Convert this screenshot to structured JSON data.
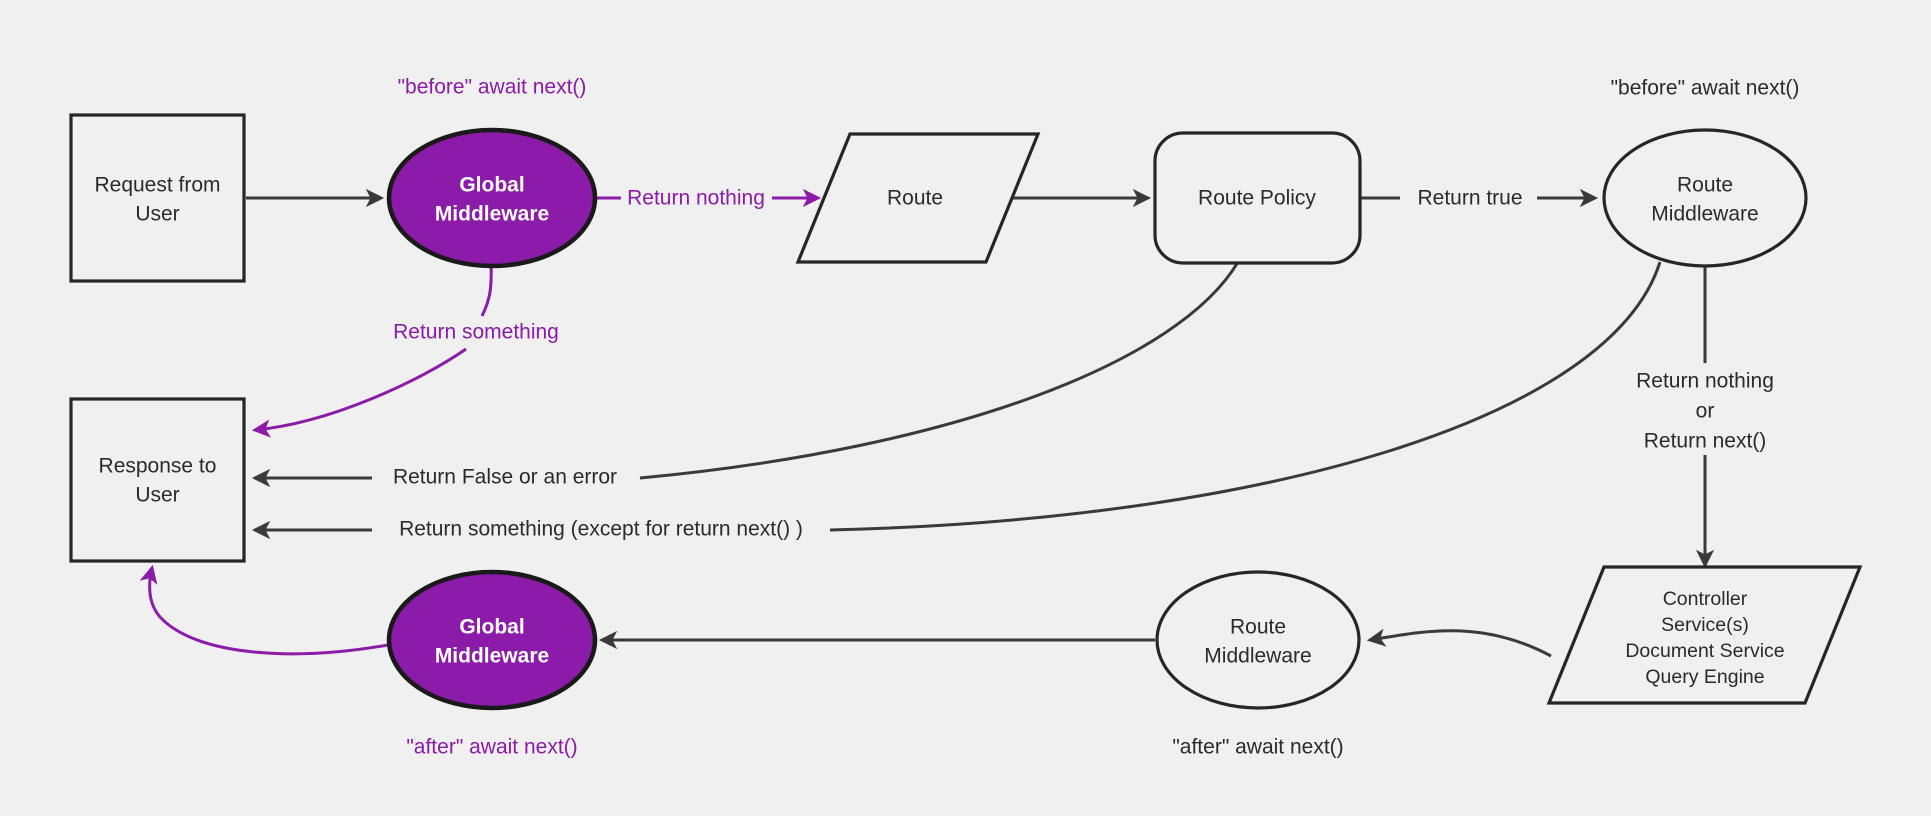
{
  "diagram": {
    "title": "Middleware request lifecycle flow",
    "background_color": "#f0f0f0",
    "accent_color": "#8b1ba8",
    "line_color": "#3a3a3a",
    "nodes": {
      "request": {
        "line1": "Request from",
        "line2": "User",
        "shape": "rectangle"
      },
      "global_middleware_before": {
        "line1": "Global",
        "line2": "Middleware",
        "shape": "ellipse"
      },
      "route": {
        "line1": "Route",
        "shape": "parallelogram"
      },
      "route_policy": {
        "line1": "Route Policy",
        "shape": "rounded-rectangle"
      },
      "route_middleware_before": {
        "line1": "Route",
        "line2": "Middleware",
        "shape": "ellipse"
      },
      "controller": {
        "line1": "Controller",
        "line2": "Service(s)",
        "line3": "Document Service",
        "line4": "Query Engine",
        "shape": "parallelogram"
      },
      "route_middleware_after": {
        "line1": "Route",
        "line2": "Middleware",
        "shape": "ellipse"
      },
      "global_middleware_after": {
        "line1": "Global",
        "line2": "Middleware",
        "shape": "ellipse"
      },
      "response": {
        "line1": "Response to",
        "line2": "User",
        "shape": "rectangle"
      }
    },
    "annotations": {
      "before_global": "\"before\" await next()",
      "before_route": "\"before\" await next()",
      "after_global": "\"after\" await next()",
      "after_route": "\"after\" await next()"
    },
    "edge_labels": {
      "return_nothing": "Return nothing",
      "return_something": "Return something",
      "return_true": "Return true",
      "return_false_or_error": "Return False or an error",
      "return_something_except": "Return something (except for return next() )",
      "return_nothing_or_next_l1": "Return nothing",
      "return_nothing_or_next_l2": "or",
      "return_nothing_or_next_l3": "Return next()"
    }
  }
}
